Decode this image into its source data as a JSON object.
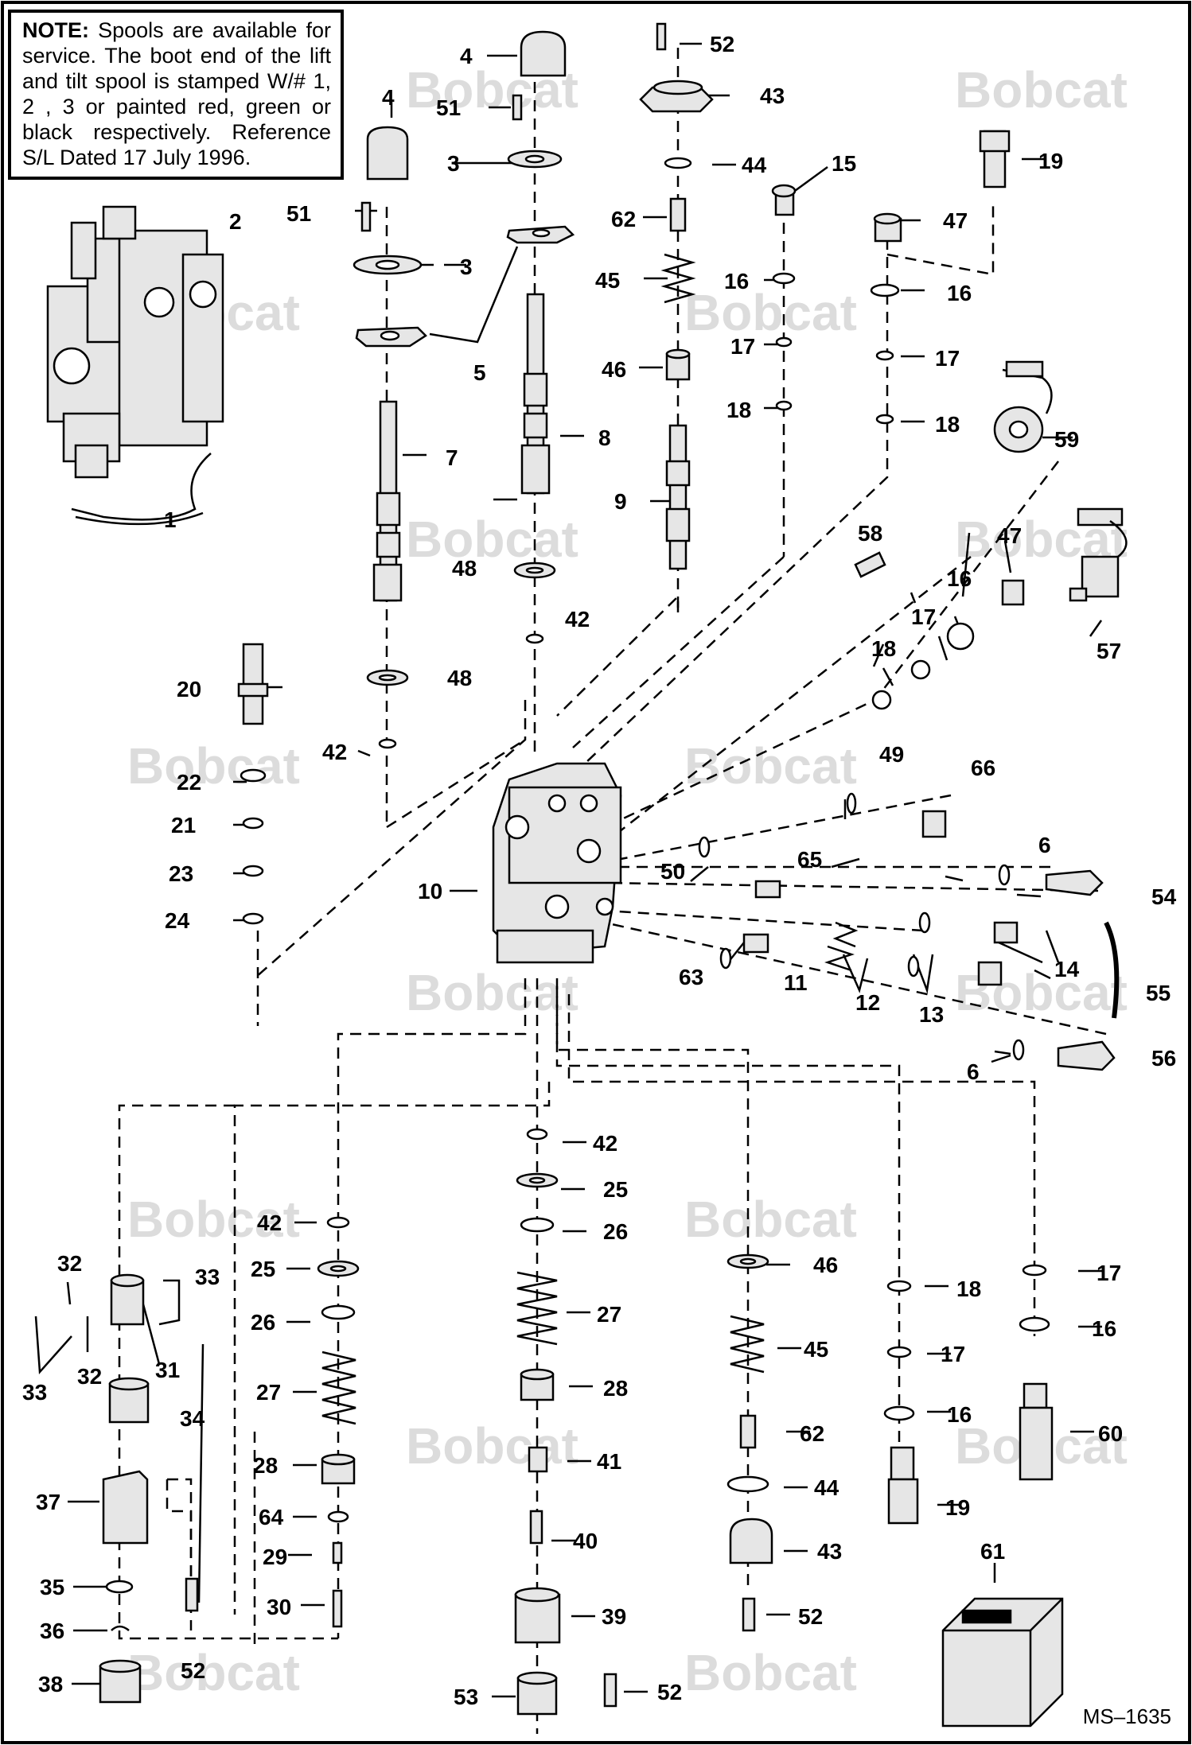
{
  "note": {
    "label": "NOTE:",
    "text": "Spools are available for service. The boot end of the lift and tilt spool is stamped W/# 1, 2 , 3 or painted red, green or black respectively. Reference S/L Dated 17 July 1996."
  },
  "watermark": "Bobcat",
  "figure_id": "MS–1635",
  "colors": {
    "ink": "#000000",
    "watermark": "#dcdcdc",
    "part_fill": "#e6e6e6"
  },
  "callouts": {
    "c1": "1",
    "c2": "2",
    "c3a": "3",
    "c3b": "3",
    "c4a": "4",
    "c4b": "4",
    "c5": "5",
    "c6a": "6",
    "c6b": "6",
    "c7": "7",
    "c8": "8",
    "c9": "9",
    "c10": "10",
    "c11": "11",
    "c12": "12",
    "c13": "13",
    "c14": "14",
    "c15": "15",
    "c16a": "16",
    "c16b": "16",
    "c16c": "16",
    "c16d": "16",
    "c16e": "16",
    "c17a": "17",
    "c17b": "17",
    "c17c": "17",
    "c17d": "17",
    "c17e": "17",
    "c18a": "18",
    "c18b": "18",
    "c18c": "18",
    "c18d": "18",
    "c19a": "19",
    "c19b": "19",
    "c20": "20",
    "c21": "21",
    "c22": "22",
    "c23": "23",
    "c24": "24",
    "c25a": "25",
    "c25b": "25",
    "c26a": "26",
    "c26b": "26",
    "c27a": "27",
    "c27b": "27",
    "c28a": "28",
    "c28b": "28",
    "c29": "29",
    "c30": "30",
    "c31": "31",
    "c32a": "32",
    "c32b": "32",
    "c33a": "33",
    "c33b": "33",
    "c34": "34",
    "c35": "35",
    "c36": "36",
    "c37": "37",
    "c38": "38",
    "c39": "39",
    "c40": "40",
    "c41": "41",
    "c42a": "42",
    "c42b": "42",
    "c42c": "42",
    "c42d": "42",
    "c43a": "43",
    "c43b": "43",
    "c44a": "44",
    "c44b": "44",
    "c45a": "45",
    "c45b": "45",
    "c46a": "46",
    "c46b": "46",
    "c47a": "47",
    "c47b": "47",
    "c48a": "48",
    "c48b": "48",
    "c49": "49",
    "c50": "50",
    "c51a": "51",
    "c51b": "51",
    "c52a": "52",
    "c52b": "52",
    "c52c": "52",
    "c52d": "52",
    "c53": "53",
    "c54": "54",
    "c55": "55",
    "c56": "56",
    "c57": "57",
    "c58": "58",
    "c59": "59",
    "c60": "60",
    "c61": "61",
    "c62a": "62",
    "c62b": "62",
    "c63": "63",
    "c64": "64",
    "c65": "65",
    "c66": "66"
  }
}
